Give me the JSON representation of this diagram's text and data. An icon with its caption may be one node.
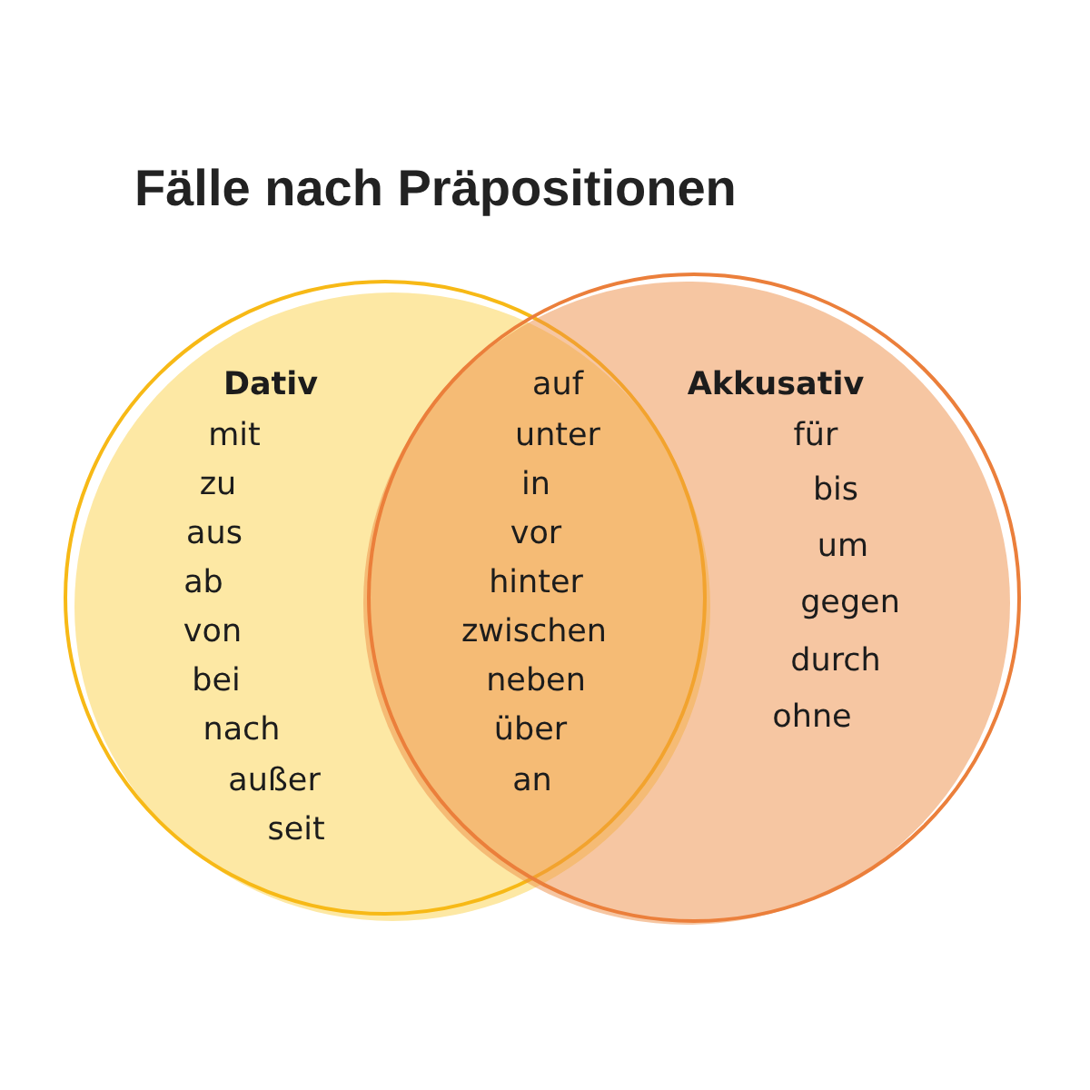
{
  "diagram": {
    "title": "Fälle nach Präpositionen",
    "nodes": [
      {
        "text": [
          "Dativ",
          "mit",
          "zu",
          "aus",
          "ab",
          "von",
          "bei",
          "nach",
          "außer",
          "seit"
        ]
      },
      {
        "text": [
          "Akkusativ",
          "für",
          "bis",
          "um",
          "gegen",
          "durch",
          "ohne"
        ]
      }
    ],
    "labels": [
      "auf",
      "unter",
      "in",
      "vor",
      "hinter",
      "zwischen",
      "neben",
      "über",
      "an"
    ]
  }
}
